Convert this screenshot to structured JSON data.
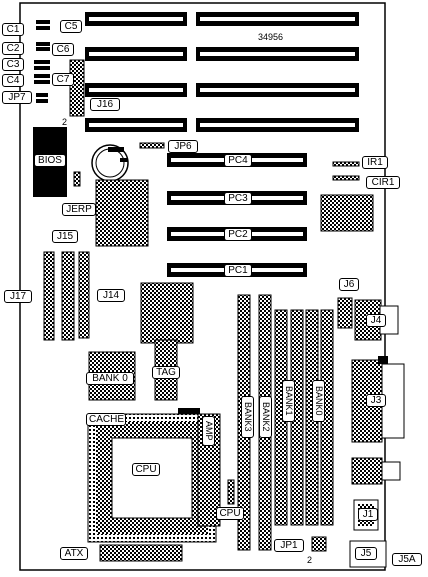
{
  "board_id": "34956",
  "pin_marks": {
    "jp7_side": "2",
    "jp1_side": "2"
  },
  "labels": {
    "c1": "C1",
    "c2": "C2",
    "c3": "C3",
    "c4": "C4",
    "c5": "C5",
    "c6": "C6",
    "c7": "C7",
    "jp7": "JP7",
    "j16": "J16",
    "jp6": "JP6",
    "bios": "BIOS",
    "jerp": "JERP",
    "pc4": "PC4",
    "pc3": "PC3",
    "pc2": "PC2",
    "pc1": "PC1",
    "ir1": "IR1",
    "cir1": "CIR1",
    "j15": "J15",
    "j17": "J17",
    "j14": "J14",
    "j6": "J6",
    "j4": "J4",
    "j3": "J3",
    "j1": "J1",
    "j5": "J5",
    "j5a": "J5A",
    "bank_0_chip": "BANK 0",
    "tag": "TAG",
    "cache": "CACHE",
    "cpu": "CPU",
    "cpu_jumper": "CPU",
    "amp": "AMP",
    "atx": "ATX",
    "jp1": "JP1",
    "bank3": "BANK3",
    "bank2": "BANK2",
    "bank1": "BANK1",
    "bank0": "BANK0"
  }
}
